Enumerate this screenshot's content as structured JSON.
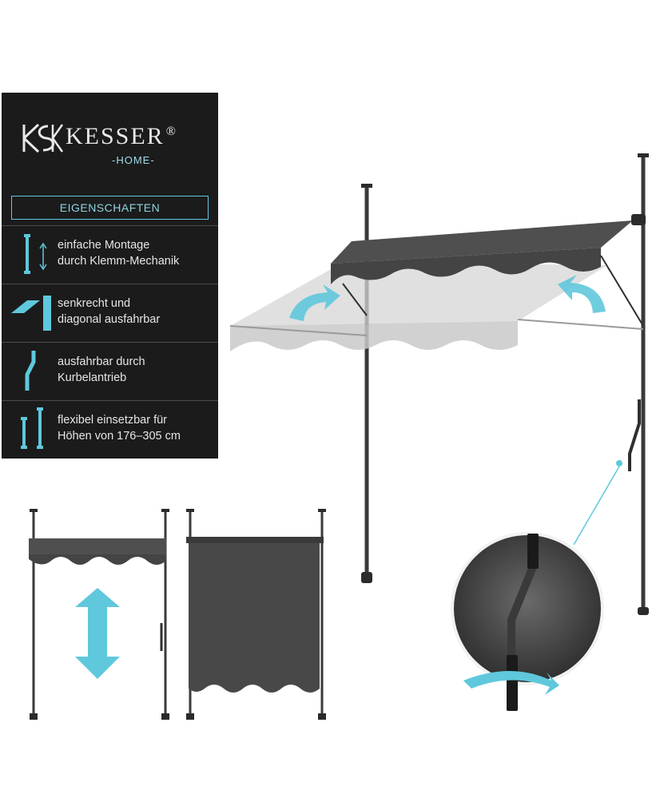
{
  "brand": {
    "name": "KESSER",
    "registered": "®",
    "sub": "-HOME-"
  },
  "section_title": "EIGENSCHAFTEN",
  "features": [
    {
      "icon": "clamp-mount-icon",
      "text": "einfache Montage\ndurch Klemm-Mechanik"
    },
    {
      "icon": "angle-adjust-icon",
      "text": "senkrecht und\ndiagonal ausfahrbar"
    },
    {
      "icon": "crank-handle-icon",
      "text": "ausfahrbar durch\nKurbelantrieb"
    },
    {
      "icon": "height-range-icon",
      "text": "flexibel einsetzbar für\nHöhen von 176–305 cm"
    }
  ],
  "colors": {
    "panel": "#1b1b1b",
    "accent": "#5fc8dc",
    "awning": "#4a4a4a",
    "pole": "#3a3a3a"
  }
}
